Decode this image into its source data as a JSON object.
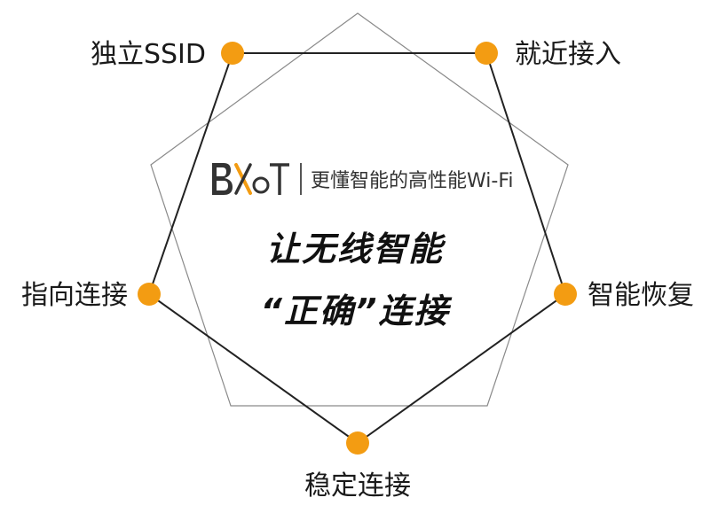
{
  "brand": {
    "logo_text": "BXoT",
    "tagline": "更懂智能的高性能Wi-Fi"
  },
  "headline": {
    "line1": "让无线智能",
    "line2": "“正确”连接"
  },
  "nodes": [
    {
      "id": "top-left",
      "label": "独立SSID"
    },
    {
      "id": "top-right",
      "label": "就近接入"
    },
    {
      "id": "right",
      "label": "智能恢复"
    },
    {
      "id": "bottom",
      "label": "稳定连接"
    },
    {
      "id": "left",
      "label": "指向连接"
    }
  ],
  "colors": {
    "node_fill": "#F39C12",
    "line": "#222222",
    "outer_pentagon": "#8a8a8a",
    "logo_accent": "#F39C12"
  }
}
